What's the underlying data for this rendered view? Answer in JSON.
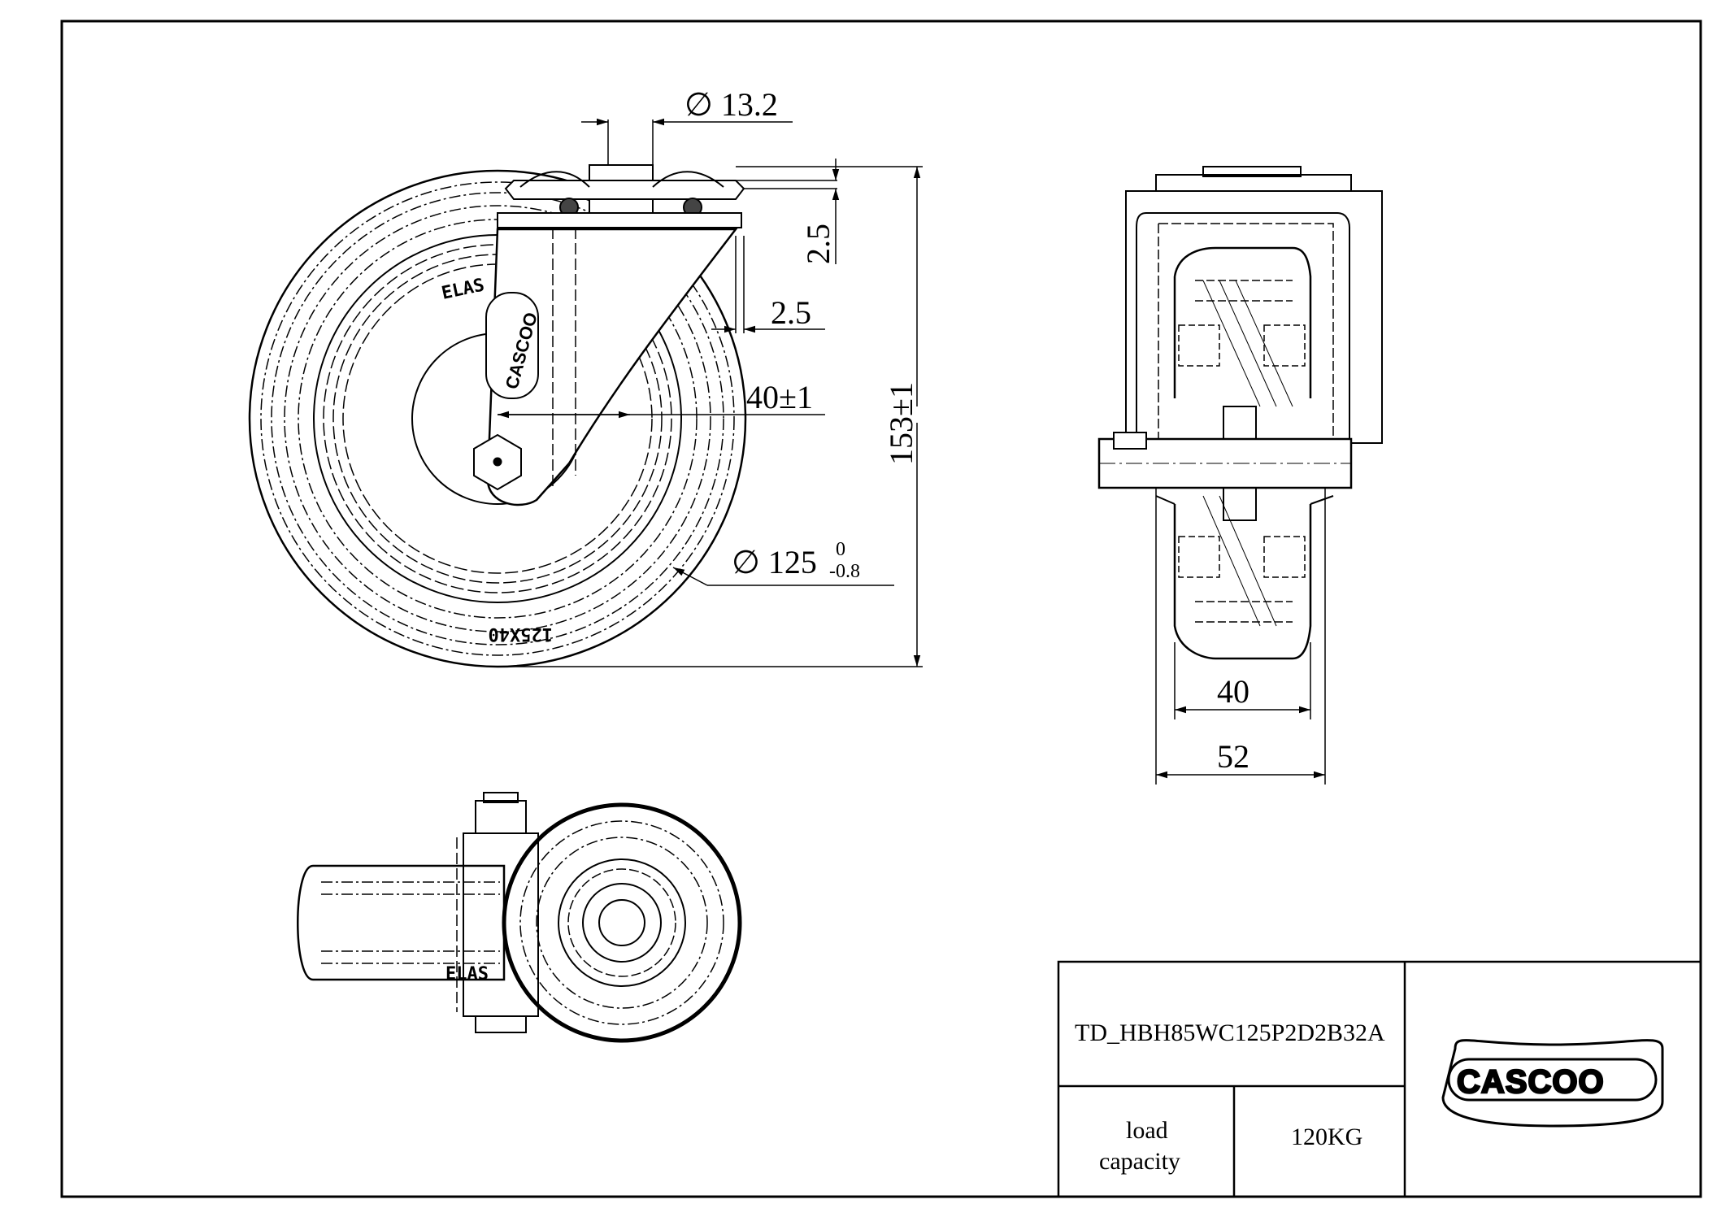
{
  "drawing": {
    "dimensions": {
      "stem_diameter": "∅ 13.2",
      "plate_gap": "2.5",
      "bracket_offset": "2.5",
      "swivel_offset": "40±1",
      "height": "153±1",
      "wheel_diameter": "∅ 125",
      "wheel_tol_upper": "0",
      "wheel_tol_lower": "-0.8",
      "tread_width": "40",
      "overall_width": "52"
    },
    "tire_marking": "125X40",
    "tire_brand_partial": "ELAS",
    "bracket_logo": "CASCOO",
    "side_label_partial": "ELAS"
  },
  "title_block": {
    "part_number": "TD_HBH85WC125P2D2B32A",
    "load_label_line1": "load",
    "load_label_line2": "capacity",
    "load_value": "120KG",
    "logo_text": "CASCOO"
  },
  "icons": {
    "logo": "cascoo-logo-icon"
  }
}
